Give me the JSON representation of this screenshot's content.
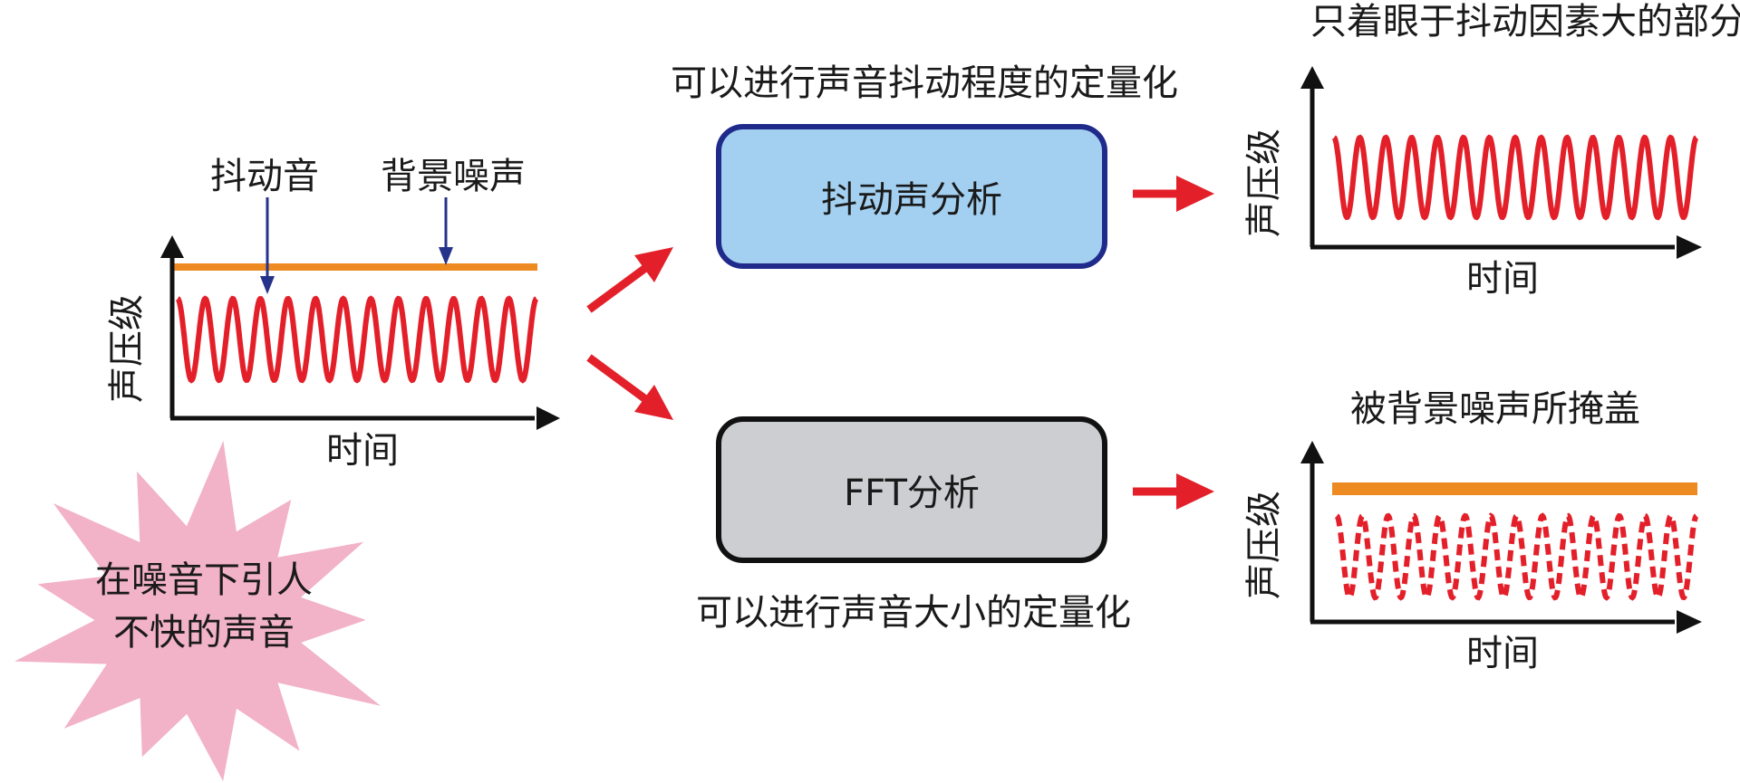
{
  "colors": {
    "signal": "#e3202a",
    "noise": "#ee8a22",
    "axis": "#111111",
    "pointer": "#25338a",
    "jitter_box_fill": "#a3d0f1",
    "jitter_box_border": "#1f2a8a",
    "fft_box_fill": "#ccced2",
    "fft_box_border": "#111111",
    "burst": "#f2b2c8",
    "flow_arrow": "#e3202a"
  },
  "input_graph": {
    "label_jitter": "抖动音",
    "label_noise": "背景噪声",
    "ylabel": "声压级",
    "xlabel": "时间"
  },
  "burst": {
    "line1": "在噪音下引人",
    "line2": "不快的声音"
  },
  "jitter_path": {
    "caption": "可以进行声音抖动程度的定量化",
    "box_label": "抖动声分析"
  },
  "fft_path": {
    "caption": "可以进行声音大小的定量化",
    "box_label": "FFT分析"
  },
  "output_top": {
    "caption": "只着眼于抖动因素大的部分",
    "ylabel": "声压级",
    "xlabel": "时间"
  },
  "output_bottom": {
    "caption": "被背景噪声所掩盖",
    "ylabel": "声压级",
    "xlabel": "时间"
  }
}
